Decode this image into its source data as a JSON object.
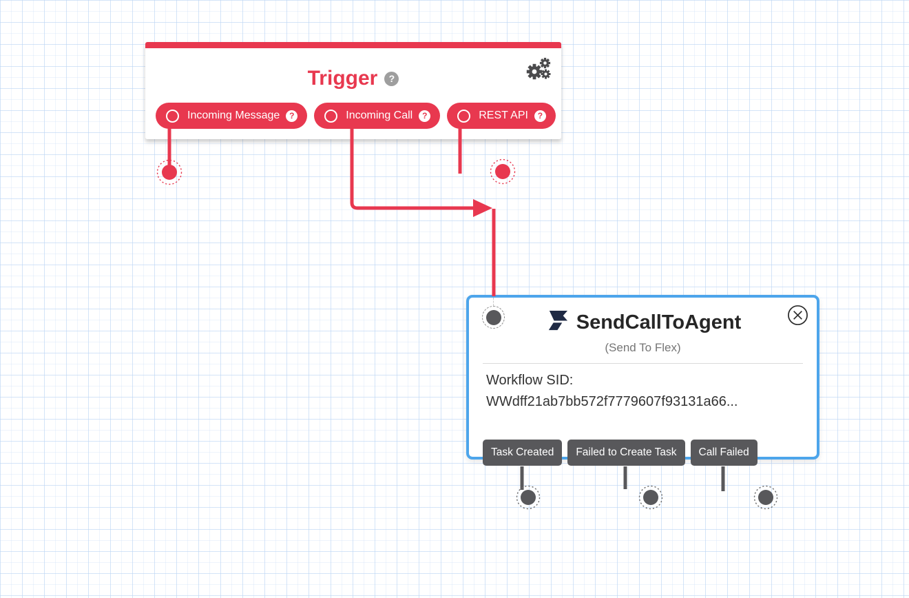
{
  "colors": {
    "accent_red": "#e8384f",
    "widget_border_blue": "#4da5eb",
    "transition_gray": "#58585b",
    "grid_blue": "#d9e6f8",
    "flex_logo_navy": "#1f2a44"
  },
  "icons": {
    "settings": "gears-icon",
    "close": "circle-x-icon",
    "flex": "flex-flag-icon",
    "help_glyph": "?"
  },
  "trigger_widget": {
    "title": "Trigger",
    "transitions": [
      {
        "label": "Incoming Message"
      },
      {
        "label": "Incoming Call"
      },
      {
        "label": "REST API"
      }
    ]
  },
  "send_widget": {
    "title": "SendCallToAgent",
    "subtitle": "(Send To Flex)",
    "body": {
      "line1": "Workflow SID:",
      "line2": "WWdff21ab7bb572f7779607f93131a66..."
    },
    "transitions": [
      {
        "label": "Task Created"
      },
      {
        "label": "Failed to Create Task"
      },
      {
        "label": "Call Failed"
      }
    ]
  }
}
